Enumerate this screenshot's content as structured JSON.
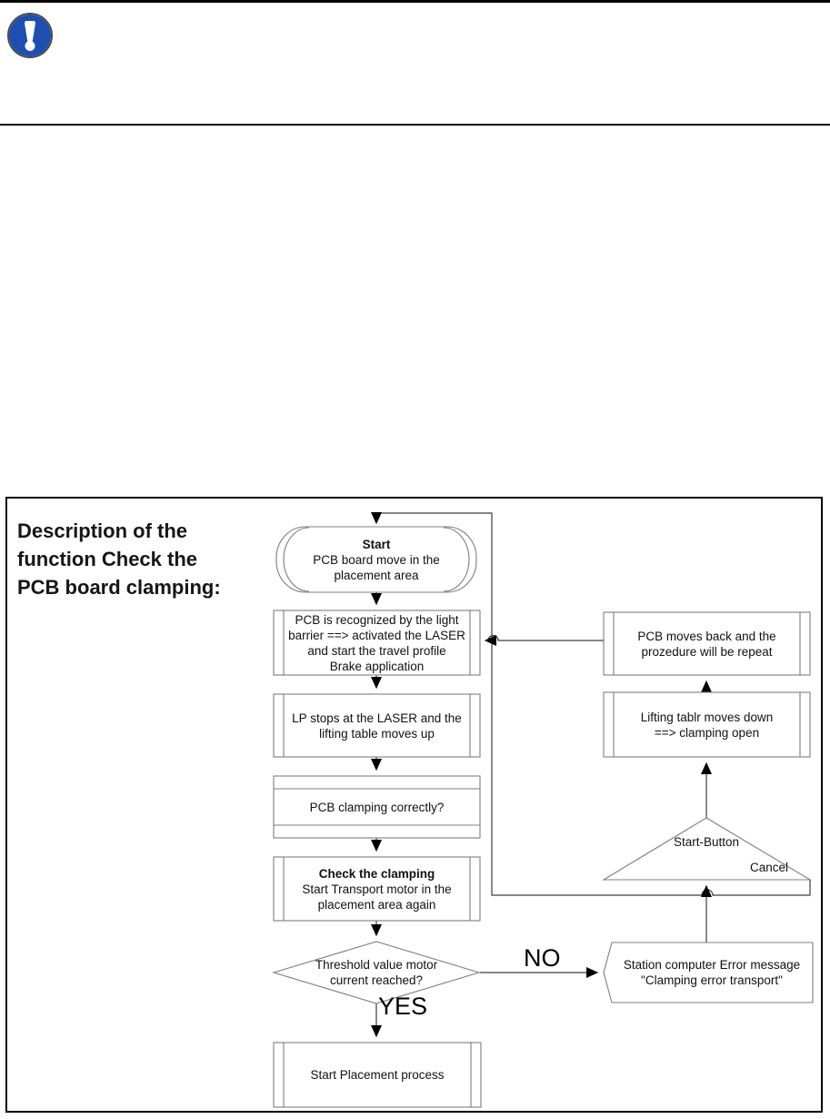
{
  "header": {
    "warning_icon": {
      "glyph": "!",
      "color": "#1d4eb0"
    }
  },
  "flowchart": {
    "title": "Description of the\nfunction Check the\nPCB board clamping:",
    "nodes": {
      "start": {
        "title": "Start",
        "body": "PCB board move in the\nplacement area"
      },
      "recognized": {
        "body": "PCB is recognized  by the light\nbarrier  ==>  activated the LASER\nand start the travel profile\nBrake application"
      },
      "lp_stops": {
        "body": "LP stops at the LASER and the\nlifting table moves up"
      },
      "clamping_question": {
        "body": "PCB clamping correctly?"
      },
      "check_clamping": {
        "title": "Check the clamping",
        "body": "Start  Transport motor in the\nplacement area again"
      },
      "threshold": {
        "body": "Threshold value motor\ncurrent reached?"
      },
      "start_placement": {
        "body": "Start Placement process"
      },
      "error_message": {
        "body": "Station computer Error message\n\"Clamping error transport\""
      },
      "start_button": {
        "label": "Start-Button"
      },
      "cancel": {
        "label": "Cancel"
      },
      "lifting_down": {
        "body": "Lifting tablr moves down\n==> clamping open"
      },
      "pcb_back": {
        "body": "PCB moves back and the\nprozedure will be repeat"
      }
    },
    "labels": {
      "yes": "YES",
      "no": "NO"
    },
    "colors": {
      "box_stroke": "#7f7f7f",
      "line": "#3d3d3d",
      "arrowhead": "#000000"
    }
  }
}
